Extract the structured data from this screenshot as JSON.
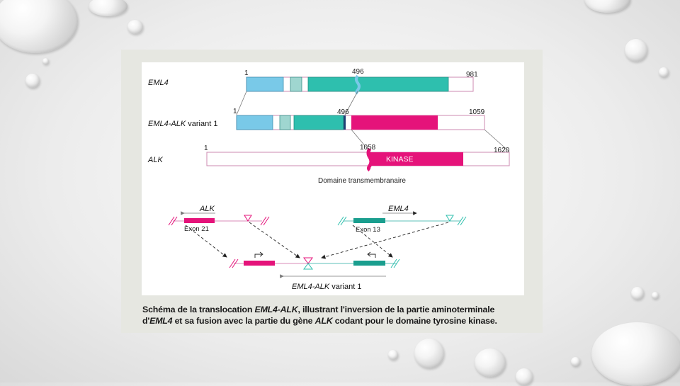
{
  "rows": {
    "eml4": {
      "label": "EML4",
      "start": "1",
      "break": "496",
      "end": "981"
    },
    "fusion": {
      "label_italic": "EML4-ALK",
      "label_rest": " variant 1",
      "start": "1",
      "break": "496",
      "end": "1059"
    },
    "alk": {
      "label": "ALK",
      "start": "1",
      "break": "1058",
      "end": "1620",
      "kinase": "KINASE",
      "tm_domain": "Domaine transmembranaire"
    }
  },
  "mechanism": {
    "alk_label": "ALK",
    "alk_exon": "Exon 21",
    "eml4_label": "EML4",
    "eml4_exon": "Exon 13",
    "fusion_label_italic": "EML4-ALK",
    "fusion_label_rest": " variant 1"
  },
  "caption": {
    "line1_a": "Schéma de la translocation ",
    "line1_b": "EML4-ALK",
    "line1_c": ", illustrant l'inversion de la partie aminoterminale",
    "line2_a": "d'",
    "line2_b": "EML4",
    "line2_c": " et sa fusion avec la partie du gène ",
    "line2_d": "ALK",
    "line2_e": " codant pour le domaine tyrosine kinase."
  },
  "colors": {
    "light_blue": "#79c9e8",
    "teal": "#2ebfae",
    "pale_teal": "#9fd6d0",
    "magenta": "#e5137a",
    "outline": "#d98bb7"
  }
}
